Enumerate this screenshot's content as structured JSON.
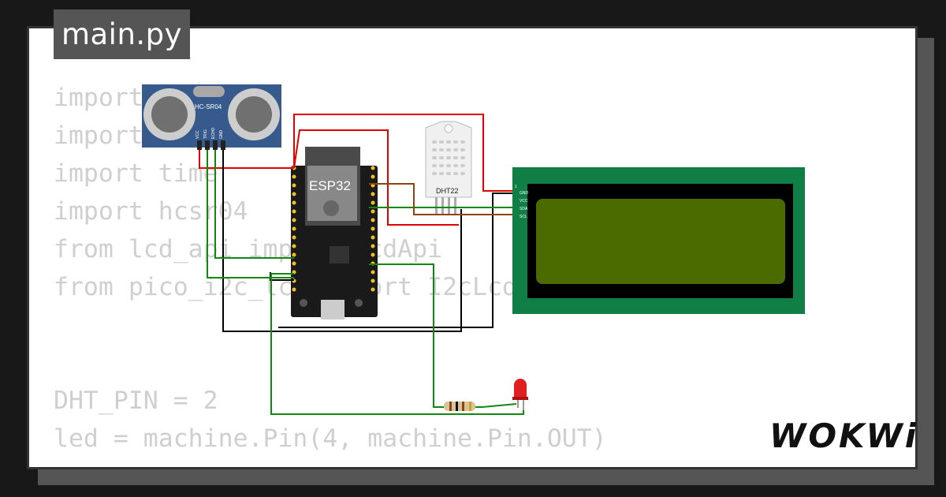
{
  "file_tab": {
    "label": "main.py"
  },
  "code_lines": [
    "import machine",
    "import dht",
    "import time",
    "import hcsr04",
    "from lcd_api import LcdApi",
    "from pico_i2c_lcd import I2cLcd",
    "",
    "",
    "DHT_PIN = 2",
    "led = machine.Pin(4, machine.Pin.OUT)"
  ],
  "components": {
    "ultrasonic": {
      "label": "HC-SR04",
      "pins": [
        "VCC",
        "TRIG",
        "ECHO",
        "GND"
      ]
    },
    "mcu": {
      "label": "ESP32"
    },
    "dht": {
      "label": "DHT22"
    },
    "lcd": {
      "pin_index": "1",
      "pins": [
        "GND",
        "VCC",
        "SDA",
        "SCL"
      ],
      "screen_color": "#4b6a00"
    },
    "led": {
      "color": "#e02020"
    }
  },
  "wire_colors": {
    "power": "#e00000",
    "ground": "#000000",
    "signal": "#118811",
    "data": "#8b4513"
  },
  "brand": {
    "logo": "WOKWi"
  }
}
